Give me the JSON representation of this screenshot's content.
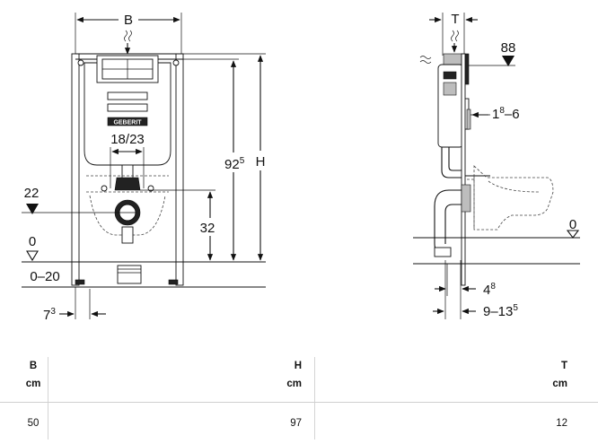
{
  "front_view": {
    "width_label": "B",
    "height_label": "H",
    "height_dim": "92",
    "height_dim_sup": "5",
    "flush_outlet_dim": "18/23",
    "pipe_label": "22",
    "pipe_height_dim": "32",
    "floor_level": "0",
    "floor_range": "0–20",
    "foot_offset": "7",
    "foot_offset_sup": "3",
    "brand": "GEBERIT"
  },
  "side_view": {
    "depth_label": "T",
    "top_label": "88",
    "panel_dim": "1",
    "panel_dim_sup": "8",
    "panel_dim_suffix": "–6",
    "floor_level": "0",
    "wall_dim": "4",
    "wall_dim_sup": "8",
    "offset_dim": "9–13",
    "offset_dim_sup": "5"
  },
  "table": {
    "headers": [
      {
        "name": "B",
        "unit": "cm"
      },
      {
        "name": "H",
        "unit": "cm"
      },
      {
        "name": "T",
        "unit": "cm"
      }
    ],
    "rows": [
      [
        "50",
        "97",
        "12"
      ]
    ]
  }
}
